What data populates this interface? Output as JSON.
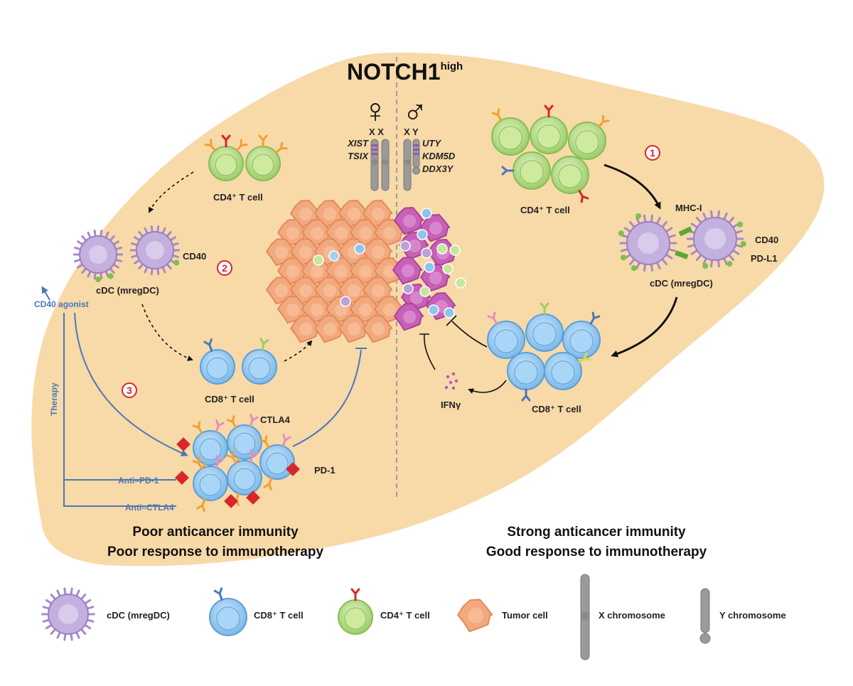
{
  "title": {
    "main": "NOTCH1",
    "sup": "high"
  },
  "sex_symbols": {
    "female": "♀",
    "male": "♂"
  },
  "female": {
    "chromosomes": "X X",
    "genes": [
      "XIST",
      "TSIX"
    ],
    "labels": {
      "cd4": "CD4⁺ T cell",
      "cd40": "CD40",
      "cdc": "cDC (mregDC)",
      "cd40_agonist": "CD40 agonist",
      "therapy": "Therapy",
      "cd8": "CD8⁺ T cell",
      "ctla4": "CTLA4",
      "pd1": "PD-1",
      "anti_pd1": "Anti–PD-1",
      "anti_ctla4": "Anti–CTLA4"
    },
    "steps": [
      "2",
      "3"
    ],
    "caption_line1": "Poor anticancer immunity",
    "caption_line2": "Poor response to immunotherapy"
  },
  "male": {
    "chromosomes": "X Y",
    "genes": [
      "UTY",
      "KDM5D",
      "DDX3Y"
    ],
    "labels": {
      "cd4": "CD4⁺ T cell",
      "mhc1": "MHC-I",
      "cd40": "CD40",
      "pdl1": "PD-L1",
      "cdc": "cDC (mregDC)",
      "ifng": "IFNγ",
      "cd8": "CD8⁺ T cell"
    },
    "steps": [
      "1"
    ],
    "caption_line1": "Strong anticancer immunity",
    "caption_line2": "Good response to immunotherapy"
  },
  "legend": [
    {
      "icon": "cdc-icon",
      "label": "cDC (mregDC)"
    },
    {
      "icon": "cd8-t-cell-icon",
      "label": "CD8⁺ T cell"
    },
    {
      "icon": "cd4-t-cell-icon",
      "label": "CD4⁺ T cell"
    },
    {
      "icon": "tumor-cell-icon",
      "label": "Tumor cell"
    },
    {
      "icon": "x-chromosome-icon",
      "label": "X chromosome"
    },
    {
      "icon": "y-chromosome-icon",
      "label": "Y chromosome"
    }
  ],
  "colors": {
    "liver": "#f8d9a8",
    "cd8": "#8ec5ef",
    "cd4": "#b9de8a",
    "cdc": "#b9a3d6",
    "tumor": "#f0a57c",
    "tumor_male": "#c45eb3",
    "accent_blue": "#4a78b8",
    "step_red": "#d8262c"
  }
}
